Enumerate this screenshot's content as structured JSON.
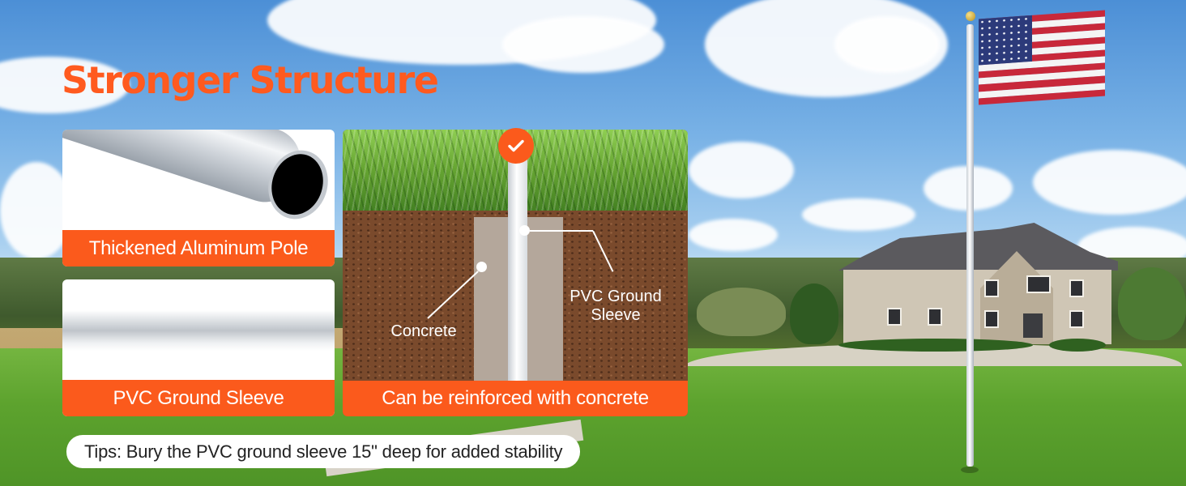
{
  "headline": "Stronger Structure",
  "cards": {
    "pole": {
      "caption": "Thickened Aluminum Pole"
    },
    "sleeve": {
      "caption": "PVC Ground Sleeve"
    },
    "install": {
      "caption": "Can be reinforced with concrete",
      "label_concrete": "Concrete",
      "label_sleeve_line1": "PVC Ground",
      "label_sleeve_line2": "Sleeve",
      "badge_icon": "check-icon"
    }
  },
  "tips": "Tips: Bury the PVC ground sleeve 15\" deep for added stability",
  "colors": {
    "accent": "#fb5a1c",
    "headline": "#ff5a1f"
  }
}
